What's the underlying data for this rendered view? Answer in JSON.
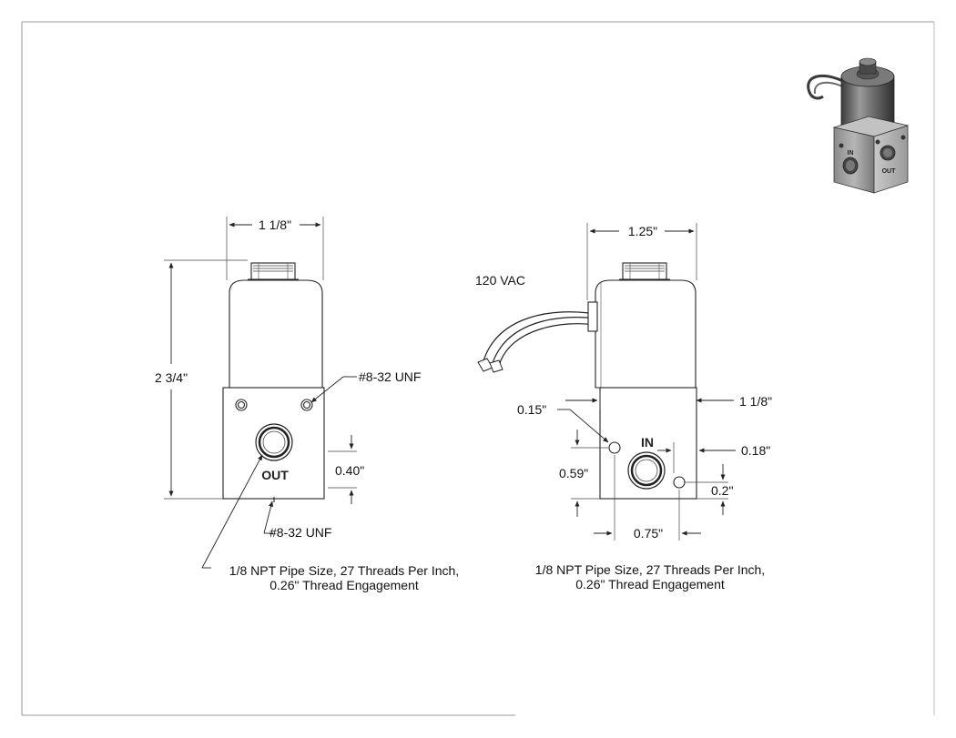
{
  "front_view": {
    "width_dim": "1 1/8\"",
    "height_dim": "2 3/4\"",
    "top_screw_callout": "#8-32 UNF",
    "bottom_screw_callout": "#8-32 UNF",
    "port_offset_dim": "0.40\"",
    "port_label": "OUT",
    "pipe_note_line1": "1/8 NPT Pipe Size, 27 Threads Per Inch,",
    "pipe_note_line2": "0.26\" Thread Engagement"
  },
  "side_view": {
    "width_dim": "1.25\"",
    "voltage_label": "120 VAC",
    "body_width_dim": "1 1/8\"",
    "hole_top_dim": "0.15\"",
    "hole_right_dim": "0.18\"",
    "hole_vertical_dim": "0.59\"",
    "hole_bottom_dim": "0.2\"",
    "hole_spacing_dim": "0.75\"",
    "port_label": "IN",
    "pipe_note_line1": "1/8 NPT Pipe Size, 27 Threads Per Inch,",
    "pipe_note_line2": "0.26\" Thread Engagement"
  },
  "iso_view": {
    "port_in_label": "IN",
    "port_out_label": "OUT"
  }
}
